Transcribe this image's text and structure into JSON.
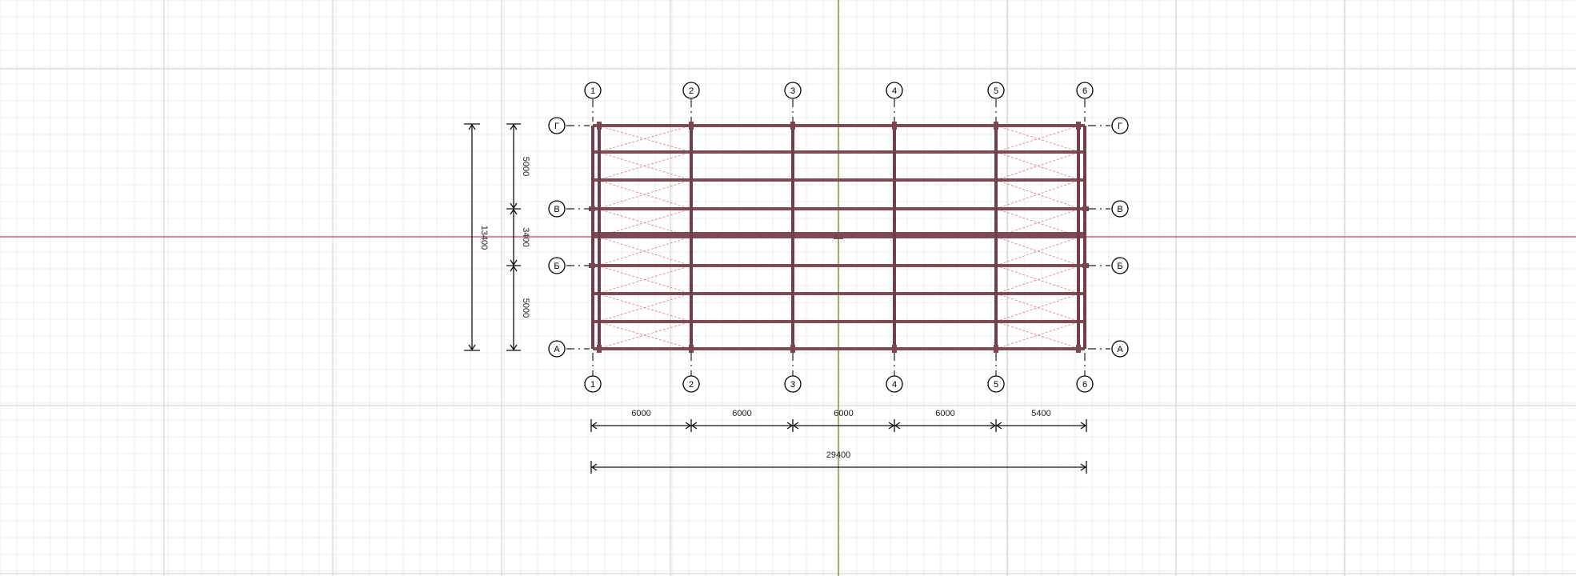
{
  "drawing": {
    "axis_numbers": [
      "1",
      "2",
      "3",
      "4",
      "5",
      "6"
    ],
    "axis_letters": [
      "Г",
      "В",
      "Б",
      "А"
    ],
    "span_dims_horizontal": [
      "6000",
      "6000",
      "6000",
      "6000",
      "5400"
    ],
    "total_dim_horizontal": "29400",
    "span_dims_vertical": [
      "5000",
      "3400",
      "5000"
    ],
    "total_dim_vertical": "13400"
  },
  "colors": {
    "structure": "#7d4a55",
    "bracing": "#d47b8c",
    "x_reference_axis": "#c9677a",
    "y_reference_axis": "#7fa44a"
  }
}
